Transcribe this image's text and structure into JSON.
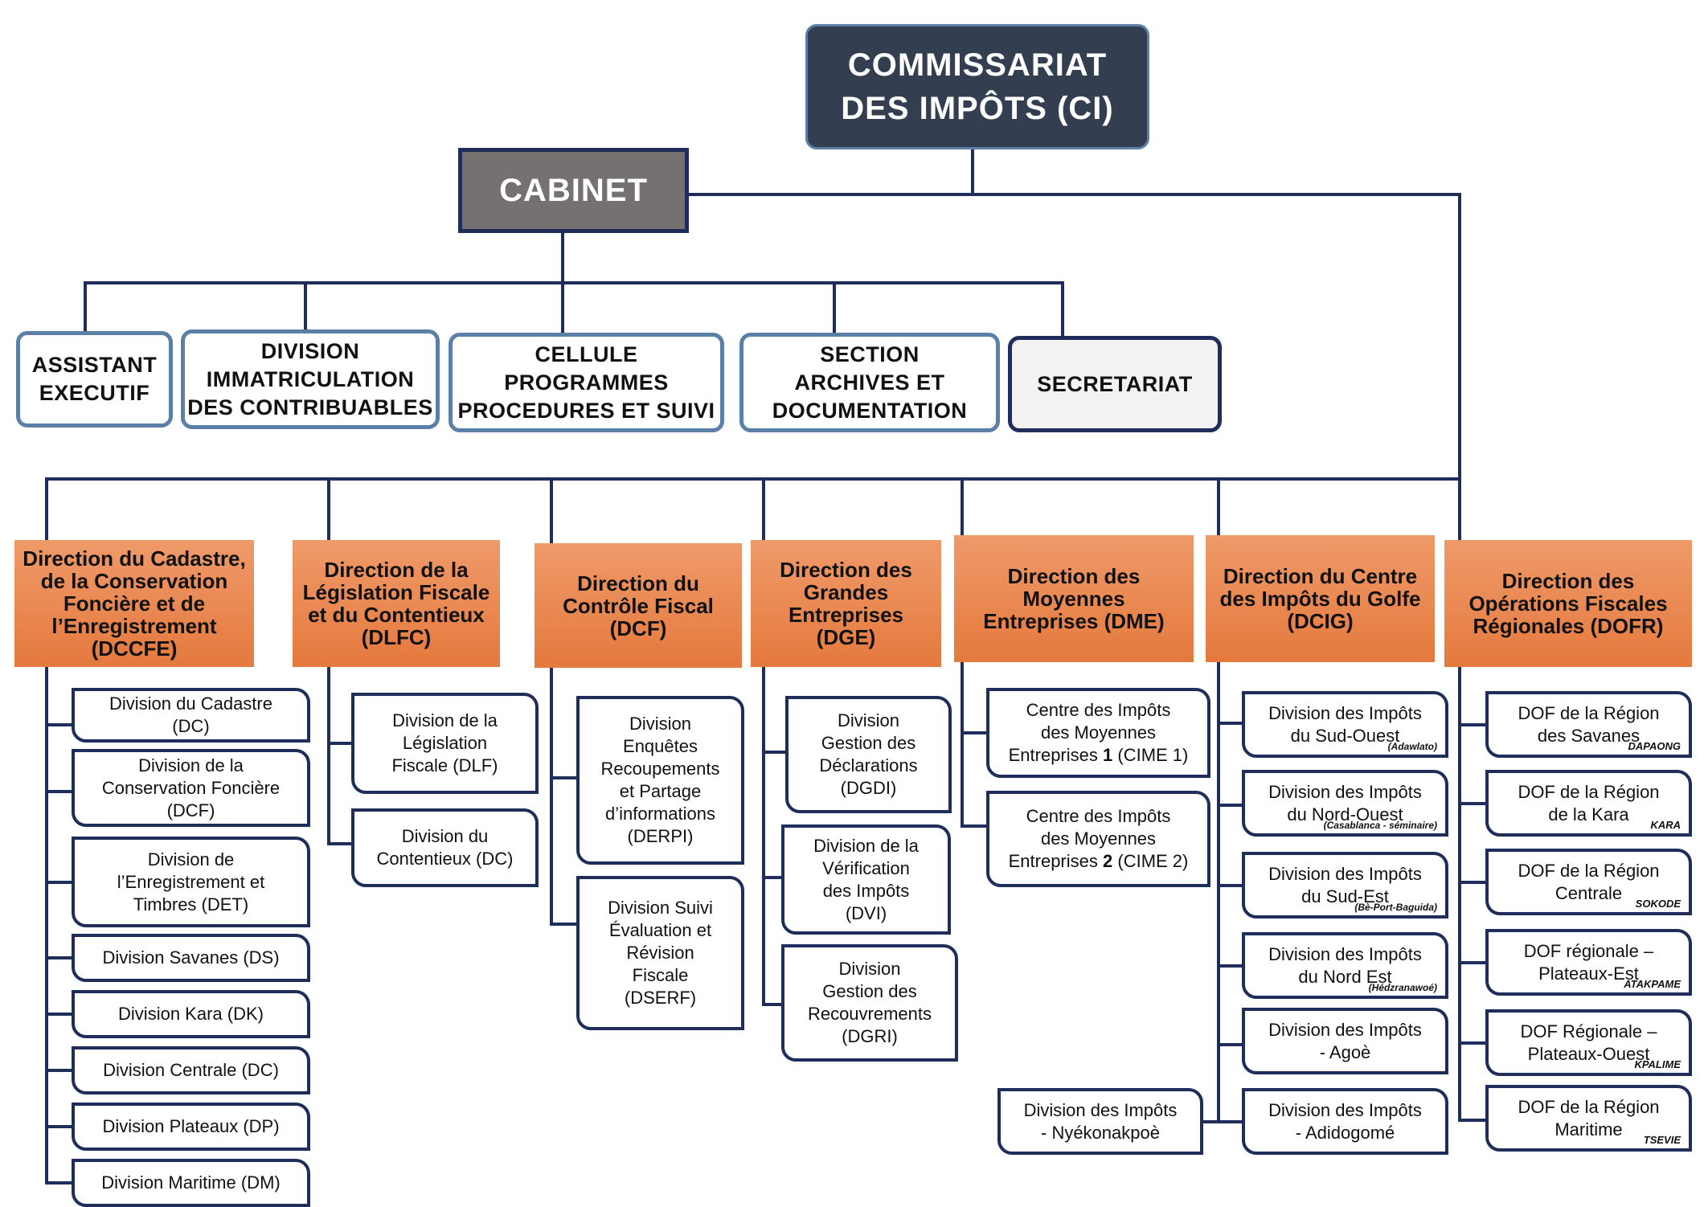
{
  "colors": {
    "root_fill": "#333f50",
    "cabinet_fill": "#767171",
    "line": "#1f2d5a",
    "unit_border": "#5b7fa6",
    "direction_fill": "#e4793d",
    "secretariat_fill": "#f2f2f2"
  },
  "root": {
    "lines": [
      "COMMISSARIAT",
      "DES IMPÔTS (CI)"
    ]
  },
  "cabinet": {
    "label": "CABINET"
  },
  "cabinet_units": [
    {
      "lines": [
        "ASSISTANT",
        "EXECUTIF"
      ]
    },
    {
      "lines": [
        "DIVISION",
        "IMMATRICULATION",
        "DES CONTRIBUABLES"
      ]
    },
    {
      "lines": [
        "CELLULE",
        "PROGRAMMES",
        "PROCEDURES ET SUIVI"
      ]
    },
    {
      "lines": [
        "SECTION",
        "ARCHIVES ET",
        "DOCUMENTATION"
      ]
    },
    {
      "lines": [
        "SECRETARIAT"
      ]
    }
  ],
  "directions": [
    {
      "lines": [
        "Direction du Cadastre,",
        "de la Conservation",
        "Foncière et de",
        "l’Enregistrement",
        "(DCCFE)"
      ],
      "divisions": [
        {
          "lines": [
            "Division du Cadastre",
            "(DC)"
          ]
        },
        {
          "lines": [
            "Division de la",
            "Conservation Foncière",
            "(DCF)"
          ]
        },
        {
          "lines": [
            "Division de",
            "l’Enregistrement et",
            "Timbres (DET)"
          ]
        },
        {
          "lines": [
            "Division Savanes (DS)"
          ]
        },
        {
          "lines": [
            "Division Kara (DK)"
          ]
        },
        {
          "lines": [
            "Division Centrale (DC)"
          ]
        },
        {
          "lines": [
            "Division Plateaux (DP)"
          ]
        },
        {
          "lines": [
            "Division Maritime (DM)"
          ]
        }
      ]
    },
    {
      "lines": [
        "Direction de la",
        "Législation Fiscale",
        "et du Contentieux",
        "(DLFC)"
      ],
      "divisions": [
        {
          "lines": [
            "Division de la",
            "Législation",
            "Fiscale (DLF)"
          ]
        },
        {
          "lines": [
            "Division du",
            "Contentieux (DC)"
          ]
        }
      ]
    },
    {
      "lines": [
        "Direction du",
        "Contrôle Fiscal",
        "(DCF)"
      ],
      "divisions": [
        {
          "lines": [
            "Division",
            "Enquêtes",
            "Recoupements",
            "et Partage",
            "d’informations",
            "(DERPI)"
          ]
        },
        {
          "lines": [
            "Division Suivi",
            "Évaluation et",
            "Révision",
            "Fiscale",
            "(DSERF)"
          ]
        }
      ]
    },
    {
      "lines": [
        "Direction des",
        "Grandes",
        "Entreprises",
        "(DGE)"
      ],
      "divisions": [
        {
          "lines": [
            "Division",
            "Gestion des",
            "Déclarations",
            "(DGDI)"
          ]
        },
        {
          "lines": [
            "Division de la",
            "Vérification",
            "des Impôts",
            "(DVI)"
          ]
        },
        {
          "lines": [
            "Division",
            "Gestion des",
            "Recouvrements",
            "(DGRI)"
          ]
        }
      ]
    },
    {
      "lines": [
        "Direction des",
        "Moyennes",
        "Entreprises (DME)"
      ],
      "divisions": [
        {
          "lines": [
            "Centre des Impôts",
            "des Moyennes"
          ],
          "line3": {
            "pre": "Entreprises ",
            "num": "1",
            "post": " (CIME 1)"
          }
        },
        {
          "lines": [
            "Centre des Impôts",
            "des Moyennes"
          ],
          "line3": {
            "pre": "Entreprises ",
            "num": "2",
            "post": " (CIME 2)"
          }
        }
      ]
    },
    {
      "lines": [
        "Direction du Centre",
        "des Impôts du Golfe",
        "(DCIG)"
      ],
      "divisions": [
        {
          "lines": [
            "Division des Impôts",
            "du Sud-Ouest"
          ],
          "place": "(Adawlato)"
        },
        {
          "lines": [
            "Division des Impôts",
            "du Nord-Ouest"
          ],
          "place": "(Casablanca - séminaire)"
        },
        {
          "lines": [
            "Division des Impôts",
            "du Sud-Est"
          ],
          "place": "(Bè-Port-Baguida)"
        },
        {
          "lines": [
            "Division des Impôts",
            "du Nord Est"
          ],
          "place": "(Hédzranawoé)"
        },
        {
          "lines": [
            "Division des Impôts",
            "- Agoè"
          ]
        },
        {
          "lines": [
            "Division des Impôts",
            "- Adidogomé"
          ]
        },
        {
          "lines": [
            "Division des Impôts",
            "- Nyékonakpoè"
          ]
        }
      ]
    },
    {
      "lines": [
        "Direction des",
        "Opérations Fiscales",
        "Régionales (DOFR)"
      ],
      "divisions": [
        {
          "lines": [
            "DOF de la Région",
            "des Savanes"
          ],
          "place": "DAPAONG"
        },
        {
          "lines": [
            "DOF de la Région",
            "de la Kara"
          ],
          "place": "KARA"
        },
        {
          "lines": [
            "DOF de la Région",
            "Centrale"
          ],
          "place": "SOKODE"
        },
        {
          "lines": [
            "DOF régionale –",
            "Plateaux-Est"
          ],
          "place": "ATAKPAME"
        },
        {
          "lines": [
            "DOF Régionale –",
            "Plateaux-Ouest"
          ],
          "place": "KPALIME"
        },
        {
          "lines": [
            "DOF de la Région",
            "Maritime"
          ],
          "place": "TSEVIE"
        }
      ]
    }
  ]
}
